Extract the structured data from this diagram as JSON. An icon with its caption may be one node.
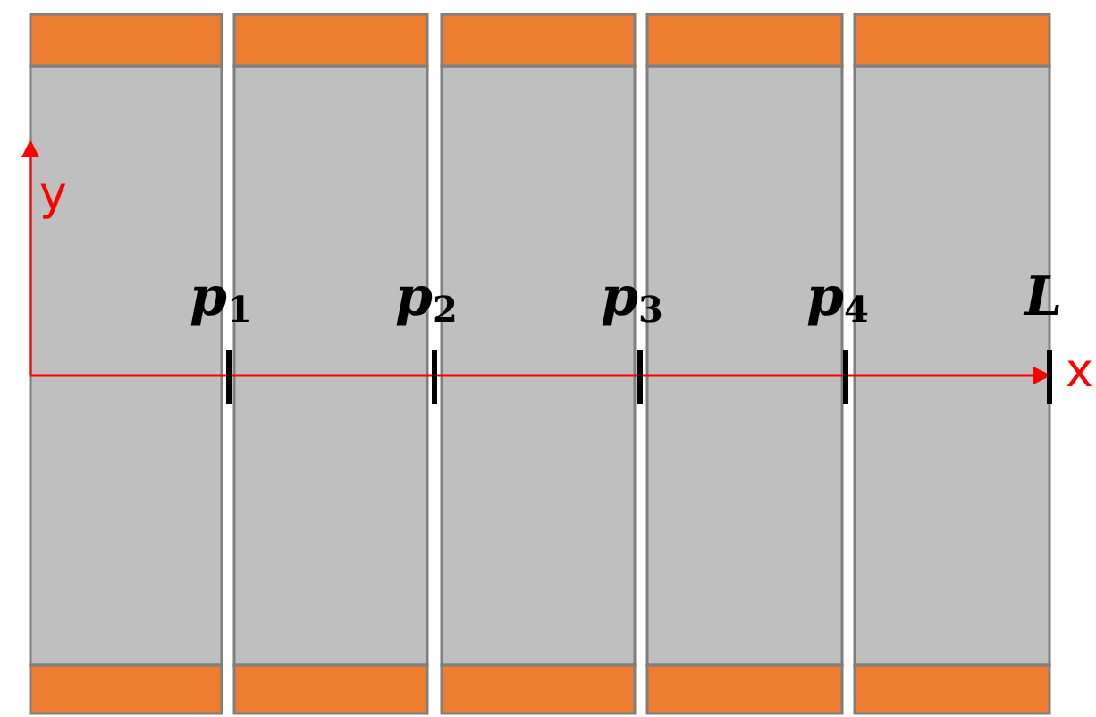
{
  "diagram": {
    "labels": [
      "y",
      "p$_{1}$",
      "p$_{2}$",
      "p$_{3}$",
      "p$_{4}$",
      "L",
      "x"
    ]
  }
}
